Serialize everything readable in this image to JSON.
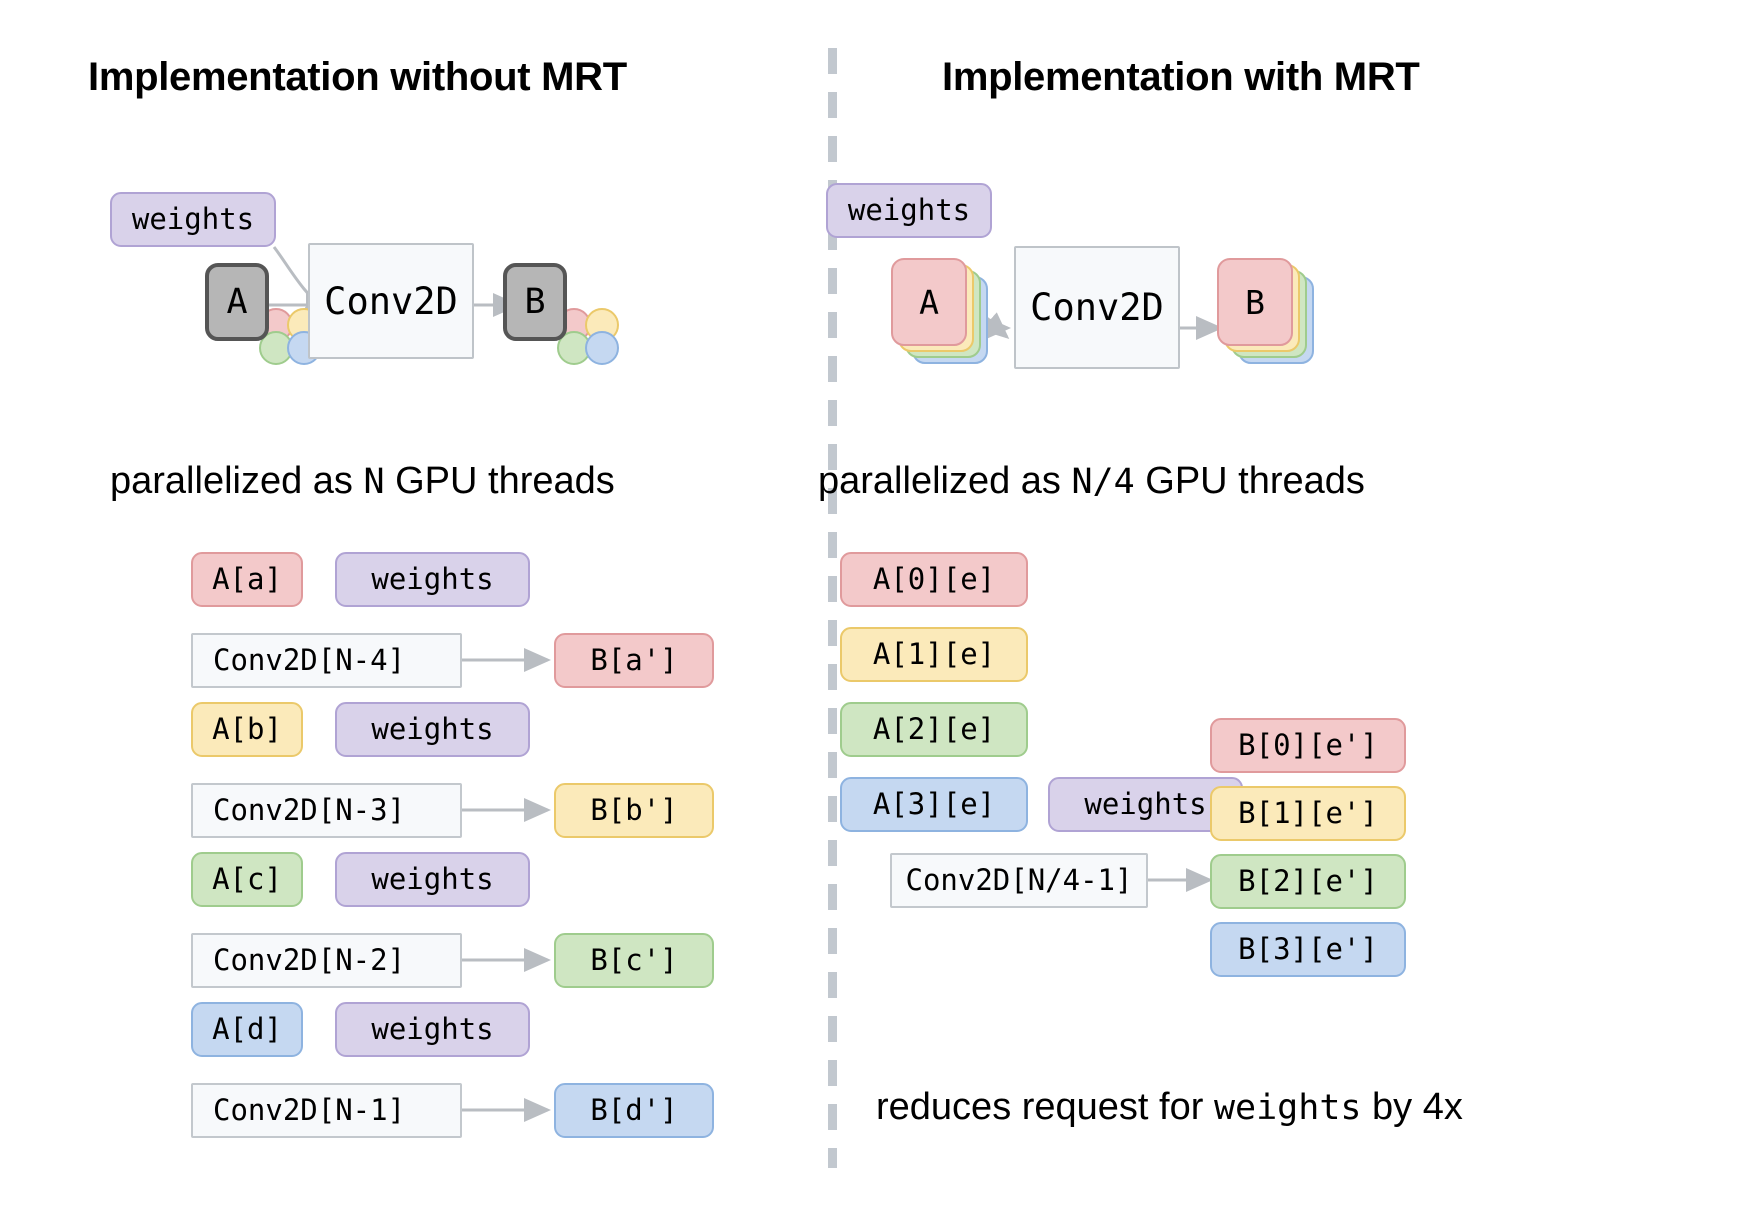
{
  "left": {
    "heading": "Implementation without MRT",
    "caption_pre": "parallelized as ",
    "caption_mono": "N",
    "caption_post": " GPU threads",
    "diagram": {
      "weights_label": "weights",
      "input_label": "A",
      "op_label": "Conv2D",
      "output_label": "B",
      "dot_colors": [
        "#f3c9ca",
        "#fbeaba",
        "#cfe6c2",
        "#c5d8f1"
      ]
    },
    "threads": [
      {
        "input": "A[a]",
        "weights": "weights",
        "op": "Conv2D[N-4]",
        "output": "B[a']",
        "color": "red"
      },
      {
        "input": "A[b]",
        "weights": "weights",
        "op": "Conv2D[N-3]",
        "output": "B[b']",
        "color": "yellow"
      },
      {
        "input": "A[c]",
        "weights": "weights",
        "op": "Conv2D[N-2]",
        "output": "B[c']",
        "color": "green"
      },
      {
        "input": "A[d]",
        "weights": "weights",
        "op": "Conv2D[N-1]",
        "output": "B[d']",
        "color": "blue"
      }
    ]
  },
  "right": {
    "heading": "Implementation with MRT",
    "caption_pre": "parallelized as ",
    "caption_mono": "N/4",
    "caption_post": " GPU threads",
    "diagram": {
      "weights_label": "weights",
      "input_label": "A",
      "op_label": "Conv2D",
      "output_label": "B",
      "stack_colors": [
        "#f3c9ca",
        "#fbeaba",
        "#cfe6c2",
        "#c5d8f1"
      ]
    },
    "inputs": [
      "A[0][e]",
      "A[1][e]",
      "A[2][e]",
      "A[3][e]"
    ],
    "weights_label": "weights",
    "op_label": "Conv2D[N/4-1]",
    "outputs": [
      "B[0][e']",
      "B[1][e']",
      "B[2][e']",
      "B[3][e']"
    ],
    "footer_pre": "reduces request for ",
    "footer_mono": "weights",
    "footer_post": " by 4x"
  },
  "colors": {
    "purple": "#d9d2ea",
    "purple_border": "#b0a3d4",
    "red": "#f3c9ca",
    "red_border": "#e09a9c",
    "yellow": "#fbeaba",
    "yellow_border": "#ebc96a",
    "green": "#cfe6c2",
    "green_border": "#9fcc8d",
    "blue": "#c5d8f1",
    "blue_border": "#8eb3e0",
    "gray_node": "#b6b6b6",
    "gray_node_border": "#555555",
    "white_node": "#f7f9fb",
    "white_node_border": "#c3c8cd",
    "arrow": "#b9bdc2",
    "divider": "#c2c8cf"
  }
}
